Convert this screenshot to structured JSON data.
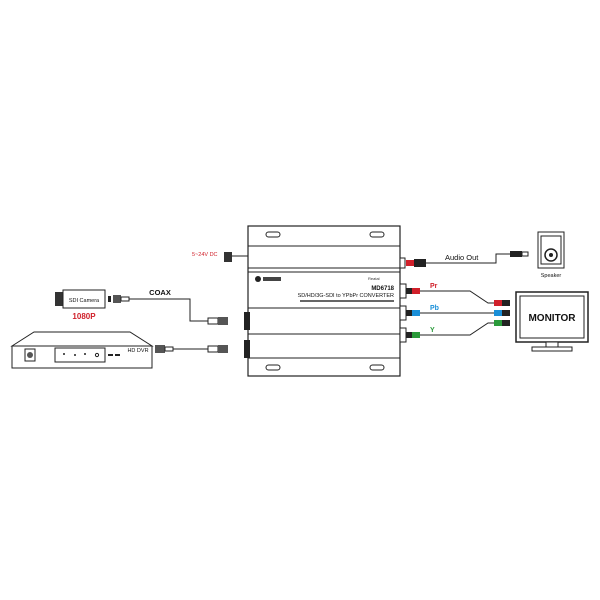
{
  "device": {
    "model": "MD6718",
    "title": "SD/HD/3G-SDI to YPbPr CONVERTER",
    "tag": "Reatal",
    "power_label": "5~24V DC"
  },
  "camera": {
    "label": "SDI Camera",
    "resolution": "1080P"
  },
  "dvr": {
    "label": "HD DVR"
  },
  "cable": {
    "label": "COAX"
  },
  "audio": {
    "label": "Audio Out"
  },
  "speaker": {
    "label": "Speaker"
  },
  "monitor": {
    "label": "MONITOR"
  },
  "component": {
    "pr": "Pr",
    "pb": "Pb",
    "y": "Y"
  },
  "colors": {
    "red": "#d0202a",
    "blue": "#1a8fd8",
    "green": "#2a9a3a",
    "power": "#d0202a"
  }
}
